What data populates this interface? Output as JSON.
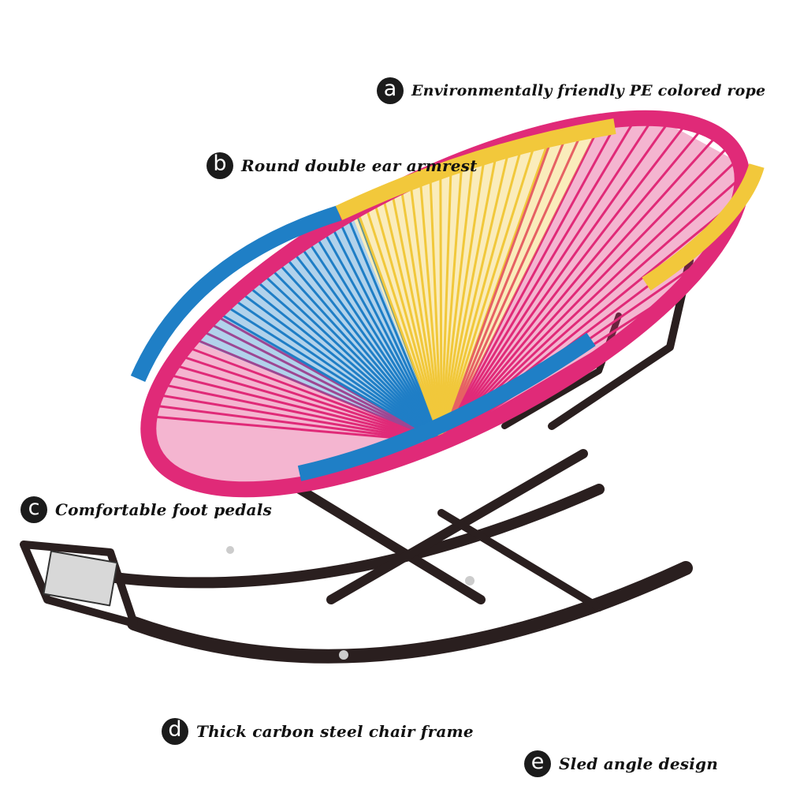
{
  "colors": {
    "blue": "#1f7fc6",
    "pink": "#e02a78",
    "yellow": "#f2c83b",
    "frame": "#2a1f1f",
    "badge": "#1b1b1b"
  },
  "features": [
    {
      "letter": "a",
      "text": "Environmentally friendly PE colored rope"
    },
    {
      "letter": "b",
      "text": "Round double ear armrest"
    },
    {
      "letter": "c",
      "text": "Comfortable foot pedals"
    },
    {
      "letter": "d",
      "text": "Thick carbon steel chair frame"
    },
    {
      "letter": "e",
      "text": "Sled angle design"
    }
  ]
}
